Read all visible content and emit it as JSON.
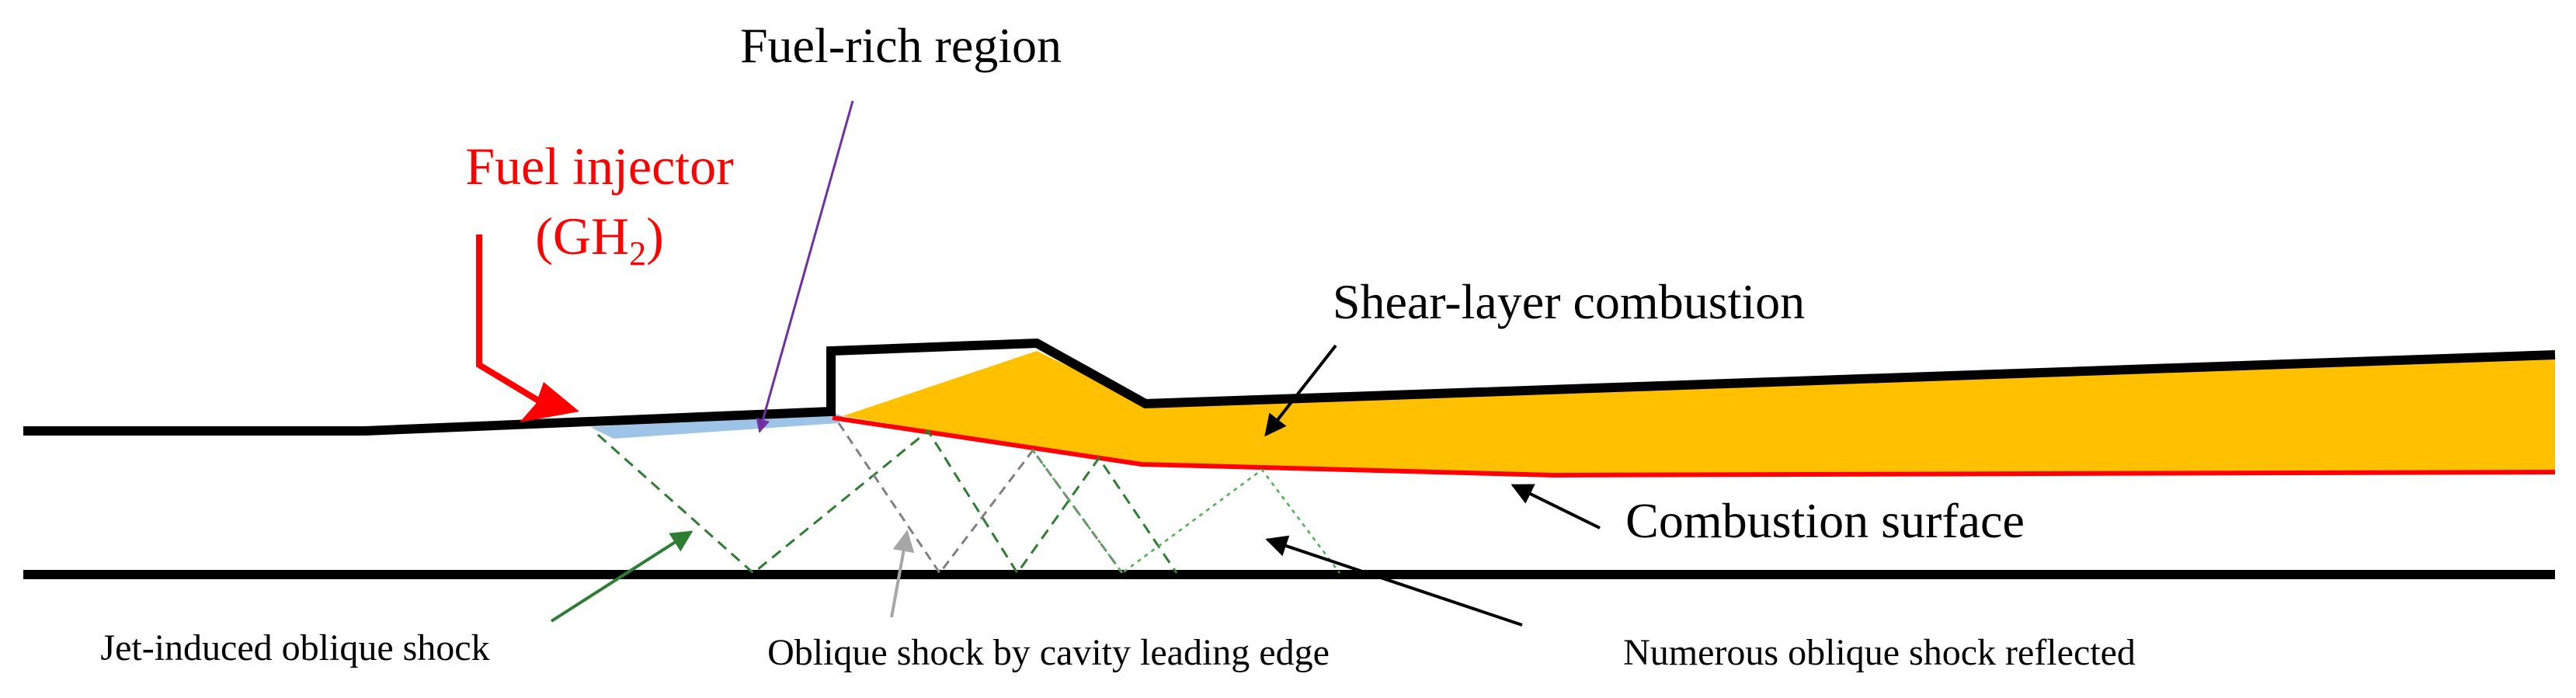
{
  "labels": {
    "fuel_rich_region": "Fuel-rich region",
    "fuel_injector": "Fuel injector",
    "fuel_injector_species_prefix": "(GH",
    "fuel_injector_species_subscript": "2",
    "fuel_injector_species_suffix": ")",
    "shear_layer_combustion": "Shear-layer combustion",
    "combustion_surface": "Combustion surface",
    "jet_induced_oblique_shock": "Jet-induced oblique shock",
    "oblique_shock_cavity": "Oblique shock by cavity leading edge",
    "numerous_oblique_shock": "Numerous oblique shock reflected"
  },
  "colors": {
    "wall": "#000000",
    "injector": "#ff0000",
    "fuel_rich": "#9dc3e6",
    "combustion_zone": "#ffc000",
    "combustion_surface": "#ff0000",
    "fuel_rich_pointer": "#7030a0",
    "jet_shock": "#2e7d32",
    "cavity_shock": "#808080",
    "reflected_shock": "#4caf50",
    "text": "#000000",
    "injector_text": "#ff0000"
  }
}
